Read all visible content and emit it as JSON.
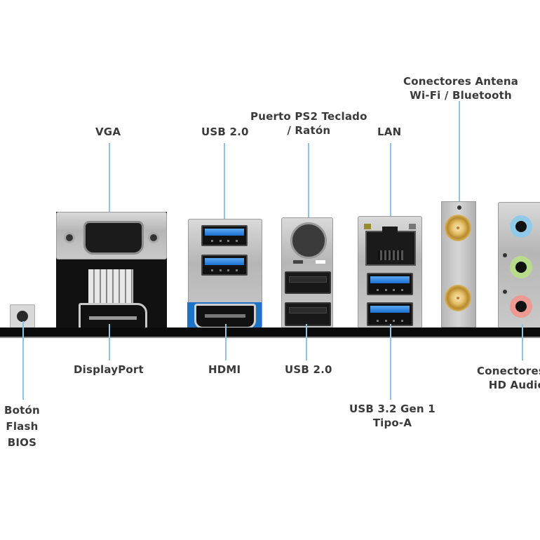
{
  "diagram": {
    "title": "Panel trasero I/O de placa base",
    "labels": {
      "vga": "VGA",
      "usb20_top": "USB 2.0",
      "ps2": [
        "Puerto PS2 Teclado",
        "/ Ratón"
      ],
      "lan": "LAN",
      "antenna": [
        "Conectores Antena",
        "Wi-Fi / Bluetooth"
      ],
      "displayport": "DisplayPort",
      "hdmi": "HDMI",
      "usb20_bottom": "USB 2.0",
      "usb32": [
        "USB 3.2 Gen 1",
        "Tipo-A"
      ],
      "audio": [
        "Conectores",
        "HD Audio"
      ],
      "bios": [
        "Botón",
        "Flash",
        "BIOS"
      ]
    },
    "components": [
      {
        "id": "bios-flash-button",
        "type": "button"
      },
      {
        "id": "vga-port",
        "type": "VGA"
      },
      {
        "id": "displayport-port",
        "type": "DisplayPort"
      },
      {
        "id": "usb-blue-stack",
        "type": "USB",
        "count": 2,
        "color": "blue"
      },
      {
        "id": "hdmi-port",
        "type": "HDMI"
      },
      {
        "id": "ps2-port",
        "type": "PS/2"
      },
      {
        "id": "usb2-stack",
        "type": "USB 2.0",
        "count": 2,
        "color": "black"
      },
      {
        "id": "lan-port",
        "type": "RJ45"
      },
      {
        "id": "usb32-stack",
        "type": "USB 3.2 Gen 1",
        "count": 2,
        "color": "blue"
      },
      {
        "id": "antenna-connectors",
        "type": "SMA",
        "count": 2,
        "color": "gold"
      },
      {
        "id": "audio-jacks",
        "type": "3.5mm",
        "colors": [
          "#8fcbe8",
          "#b8dc8c",
          "#ec9a92"
        ]
      }
    ],
    "colors": {
      "leader_line": "#8fc3e3",
      "label_text": "#3a3a3a",
      "usb3_blue": "#1b6fd1",
      "baseline": "#0a0a0a",
      "audio_blue": "#8fcbe8",
      "audio_green": "#b8dc8c",
      "audio_pink": "#ec9a92"
    }
  }
}
